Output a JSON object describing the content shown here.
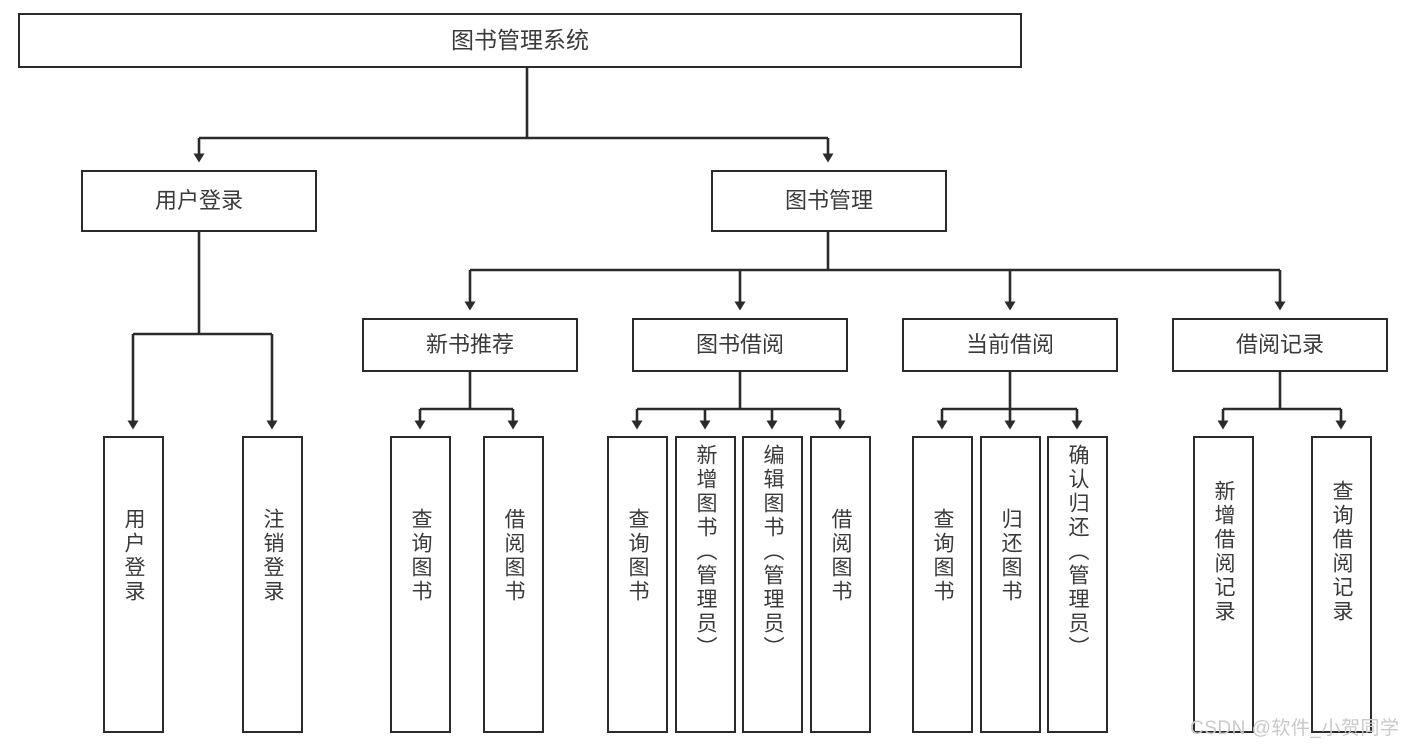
{
  "diagram": {
    "type": "tree-hierarchy",
    "title": "图书管理系统",
    "root": {
      "id": "root",
      "label": "图书管理系统"
    },
    "level2": [
      {
        "id": "user-login",
        "label": "用户登录"
      },
      {
        "id": "book-management",
        "label": "图书管理"
      }
    ],
    "level3": [
      {
        "id": "new-book-recommend",
        "label": "新书推荐",
        "parent": "book-management"
      },
      {
        "id": "book-borrow",
        "label": "图书借阅",
        "parent": "book-management"
      },
      {
        "id": "current-borrow",
        "label": "当前借阅",
        "parent": "book-management"
      },
      {
        "id": "borrow-record",
        "label": "借阅记录",
        "parent": "book-management"
      }
    ],
    "leaves": [
      {
        "id": "leaf-user-login",
        "label": "用户登录",
        "parent": "user-login"
      },
      {
        "id": "leaf-logout-login",
        "label": "注销登录",
        "parent": "user-login"
      },
      {
        "id": "leaf-query-book-1",
        "label": "查询图书",
        "parent": "new-book-recommend"
      },
      {
        "id": "leaf-borrow-book-1",
        "label": "借阅图书",
        "parent": "new-book-recommend"
      },
      {
        "id": "leaf-query-book-2",
        "label": "查询图书",
        "parent": "book-borrow"
      },
      {
        "id": "leaf-add-book",
        "label": "新增图书（管理员）",
        "parent": "book-borrow"
      },
      {
        "id": "leaf-edit-book",
        "label": "编辑图书（管理员）",
        "parent": "book-borrow"
      },
      {
        "id": "leaf-borrow-book-2",
        "label": "借阅图书",
        "parent": "book-borrow"
      },
      {
        "id": "leaf-query-book-3",
        "label": "查询图书",
        "parent": "current-borrow"
      },
      {
        "id": "leaf-return-book",
        "label": "归还图书",
        "parent": "current-borrow"
      },
      {
        "id": "leaf-confirm-return",
        "label": "确认归还（管理员）",
        "parent": "current-borrow"
      },
      {
        "id": "leaf-add-borrow-record",
        "label": "新增借阅记录",
        "parent": "borrow-record"
      },
      {
        "id": "leaf-query-borrow-record",
        "label": "查询借阅记录",
        "parent": "borrow-record"
      }
    ],
    "watermark": "CSDN @软件_小贺同学",
    "colors": {
      "stroke": "#2b2b2b",
      "text": "#3a3a3a",
      "background": "#ffffff",
      "watermark": "#c9c9c9"
    }
  }
}
